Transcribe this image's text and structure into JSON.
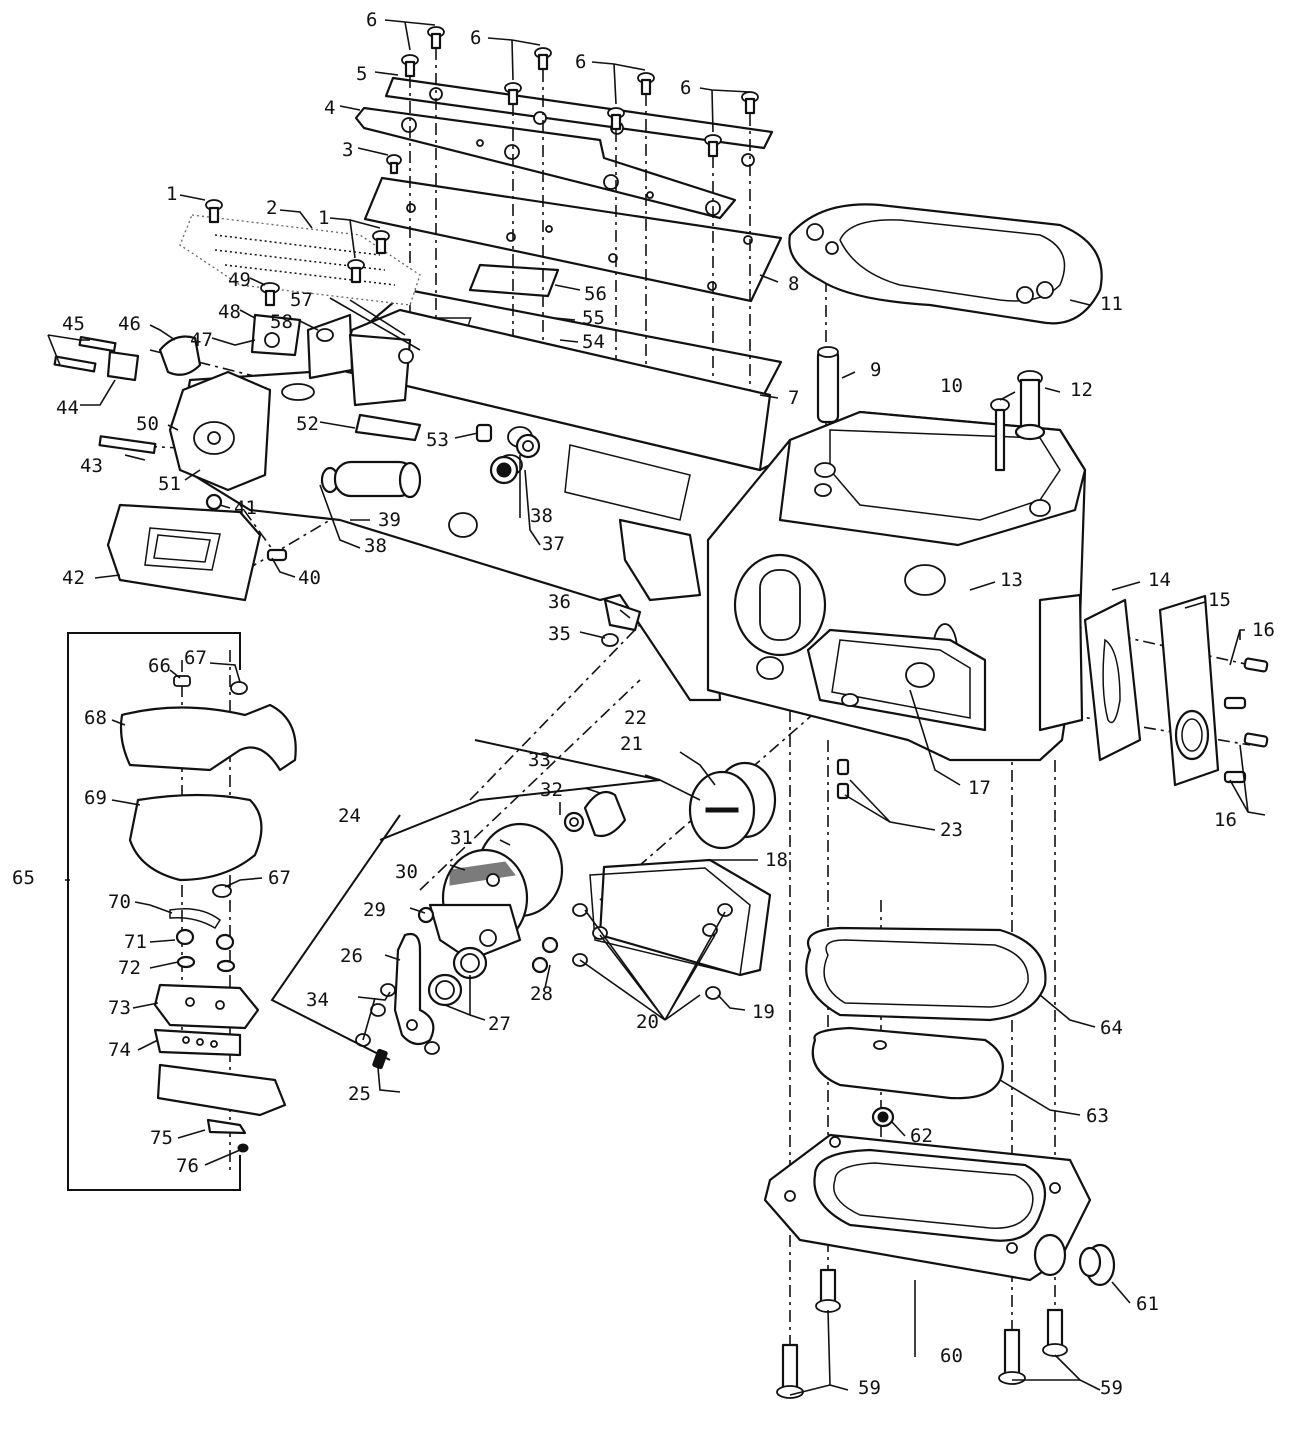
{
  "diagram": {
    "callouts": [
      "1",
      "1",
      "2",
      "3",
      "4",
      "5",
      "6",
      "6",
      "6",
      "6",
      "7",
      "8",
      "9",
      "10",
      "11",
      "12",
      "13",
      "14",
      "15",
      "16",
      "16",
      "17",
      "18",
      "19",
      "20",
      "21",
      "22",
      "23",
      "24",
      "25",
      "26",
      "27",
      "28",
      "29",
      "30",
      "31",
      "32",
      "33",
      "34",
      "35",
      "36",
      "37",
      "38",
      "38",
      "39",
      "40",
      "41",
      "42",
      "43",
      "44",
      "45",
      "46",
      "47",
      "48",
      "49",
      "50",
      "51",
      "52",
      "53",
      "54",
      "55",
      "56",
      "57",
      "58",
      "59",
      "59",
      "60",
      "61",
      "62",
      "63",
      "64",
      "65",
      "66",
      "67",
      "67",
      "68",
      "69",
      "70",
      "71",
      "72",
      "73",
      "74",
      "75",
      "76"
    ]
  }
}
